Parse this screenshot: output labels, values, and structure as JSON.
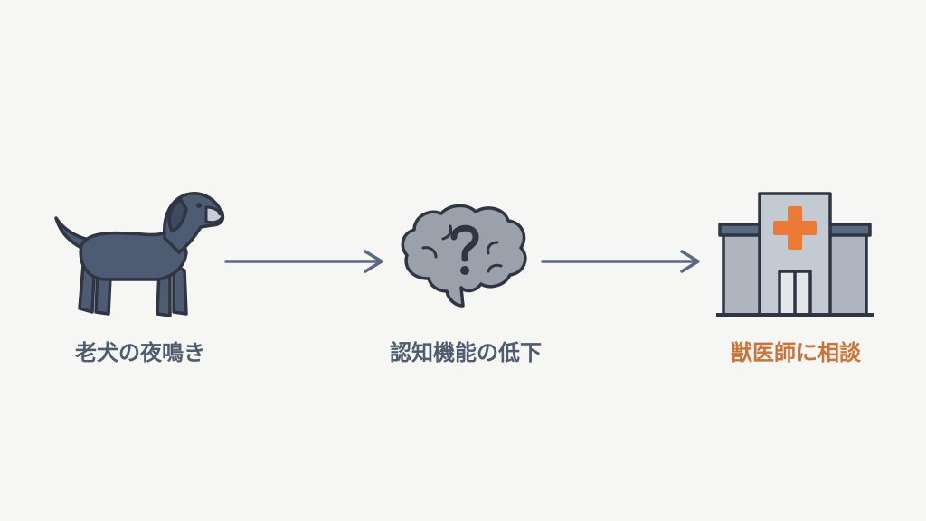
{
  "steps": [
    {
      "label": "老犬の夜鳴き",
      "icon": "dog-icon"
    },
    {
      "label": "認知機能の低下",
      "icon": "brain-question-icon"
    },
    {
      "label": "獣医師に相談",
      "icon": "hospital-icon"
    }
  ],
  "colors": {
    "background": "#f6f6f4",
    "dog_fill": "#4d5b73",
    "outline": "#2f3542",
    "brain_fill": "#9aa1aa",
    "arrow": "#5a6a80",
    "building": "#aeb5bf",
    "cross": "#ea7a36",
    "label_default": "#4f5c6e",
    "label_highlight": "#c8743c"
  }
}
